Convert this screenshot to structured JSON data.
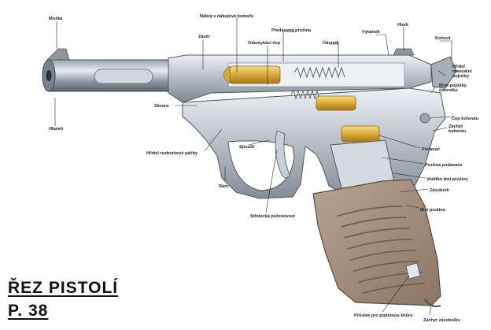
{
  "title": {
    "line1": "ŘEZ PISTOLÍ",
    "line2": "P. 38"
  },
  "labels": {
    "muska": "Muška",
    "naboj": "Náboj v nábojové komoře",
    "zaver": "Závěr",
    "predsuvna": "Předsuvná pružina",
    "odemykaci": "Odemykací čep",
    "udernik": "Úderník",
    "vytaznik": "Výtažník",
    "hledi": "Hledí",
    "kohout": "Kohout",
    "hridel_pojistky": "Hřídel manuální pojistky",
    "blok_pojistky": "Blok pojistky úderníku",
    "zavora": "Závora",
    "hlaven": "Hlaveň",
    "cep_kohoutu": "Čep kohoutu",
    "zachyt_kohoutu": "Záchyt kohoutu",
    "hridel_rozborkove": "Hřídel rozborkové páčky",
    "podavac": "Podavač",
    "pruzina_podavace": "Pružina podavače",
    "spoust": "Spoušť",
    "voditko": "Vodítko bicí pružiny",
    "ram": "Rám",
    "zasobnik": "Zásobník",
    "bici_pruzina": "Bicí pružina",
    "strelecka": "Střelecká pohotovost",
    "prorvek": "Průvlek pro pojistnou šňůru",
    "zachyt_zasobniku": "Záchyt zásobníku"
  },
  "colors": {
    "steel": "#b9c0c8",
    "steel_dark": "#6f7882",
    "steel_light": "#e4e8ec",
    "brass": "#d9a93a",
    "brass_light": "#f3d57a",
    "grip": "#a58f7d",
    "grip_dark": "#7a6656",
    "ink": "#222222"
  },
  "icons": [
    "pistol-cutaway-illustration"
  ]
}
